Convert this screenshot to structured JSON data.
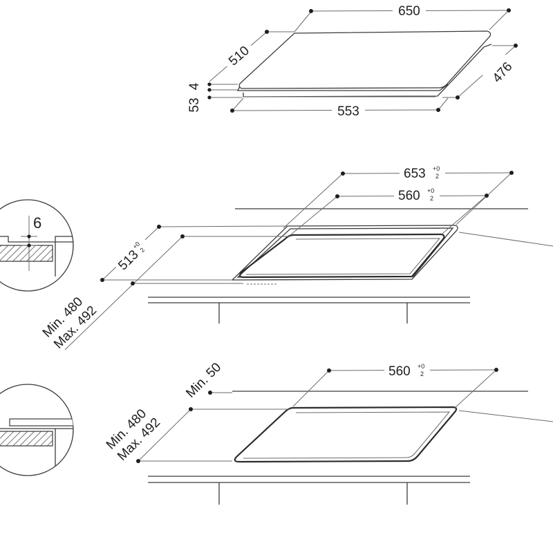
{
  "diagram": {
    "top_view": {
      "width": "650",
      "depth": "510",
      "side_depth": "476",
      "base_width": "553",
      "glass_thickness": "4",
      "body_height": "53"
    },
    "cutout_view": {
      "outer_width": "653",
      "outer_width_tol": {
        "plus": "+0",
        "minus": "2"
      },
      "inner_width": "560",
      "inner_width_tol": {
        "plus": "+0",
        "minus": "2"
      },
      "depth": "513",
      "depth_tol": {
        "plus": "+0",
        "minus": "2"
      },
      "min_depth": "Min. 480",
      "max_depth": "Max. 492",
      "detail_label": "6"
    },
    "flush_view": {
      "inner_width": "560",
      "inner_width_tol": {
        "plus": "+0",
        "minus": "2"
      },
      "min_edge": "Min. 50",
      "min_depth": "Min. 480",
      "max_depth": "Max. 492"
    },
    "colors": {
      "line": "#3a3a3a",
      "text": "#1e1e1e",
      "background": "#ffffff"
    }
  }
}
